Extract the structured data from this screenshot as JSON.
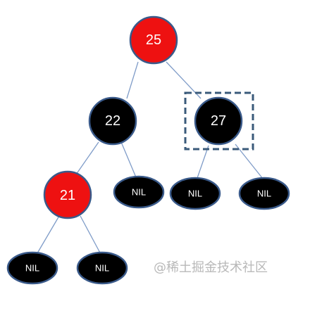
{
  "tree": {
    "colors": {
      "red": "#ee1111",
      "black": "#000000",
      "stroke": "#3a5a8a",
      "edge": "#7f9cc8",
      "highlight": "#3a5a7a"
    },
    "nodes": {
      "root": {
        "label": "25",
        "color": "red"
      },
      "left": {
        "label": "22",
        "color": "black"
      },
      "right": {
        "label": "27",
        "color": "black",
        "highlighted": true
      },
      "left_left": {
        "label": "21",
        "color": "red"
      },
      "left_right_nil": {
        "label": "NIL",
        "color": "black"
      },
      "right_left_nil": {
        "label": "NIL",
        "color": "black"
      },
      "right_right_nil": {
        "label": "NIL",
        "color": "black"
      },
      "ll_left_nil": {
        "label": "NIL",
        "color": "black"
      },
      "ll_right_nil": {
        "label": "NIL",
        "color": "black"
      }
    }
  },
  "watermark": "@稀土掘金技术社区"
}
